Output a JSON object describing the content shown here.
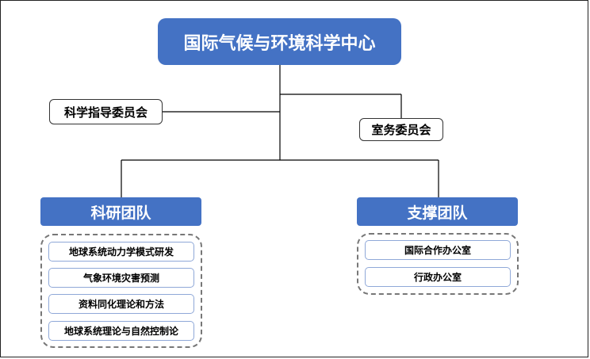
{
  "center": {
    "title": "国际气候与环境科学中心"
  },
  "committees": {
    "science": "科学指导委员会",
    "affairs": "室务委员会"
  },
  "research_team": {
    "title": "科研团队",
    "items": [
      "地球系统动力学模式研发",
      "气象环境灾害预测",
      "资料同化理论和方法",
      "地球系统理论与自然控制论"
    ]
  },
  "support_team": {
    "title": "支撑团队",
    "items": [
      "国际合作办公室",
      "行政办公室"
    ]
  },
  "colors": {
    "primary_box": "#4472c4",
    "connector": "#000000"
  }
}
